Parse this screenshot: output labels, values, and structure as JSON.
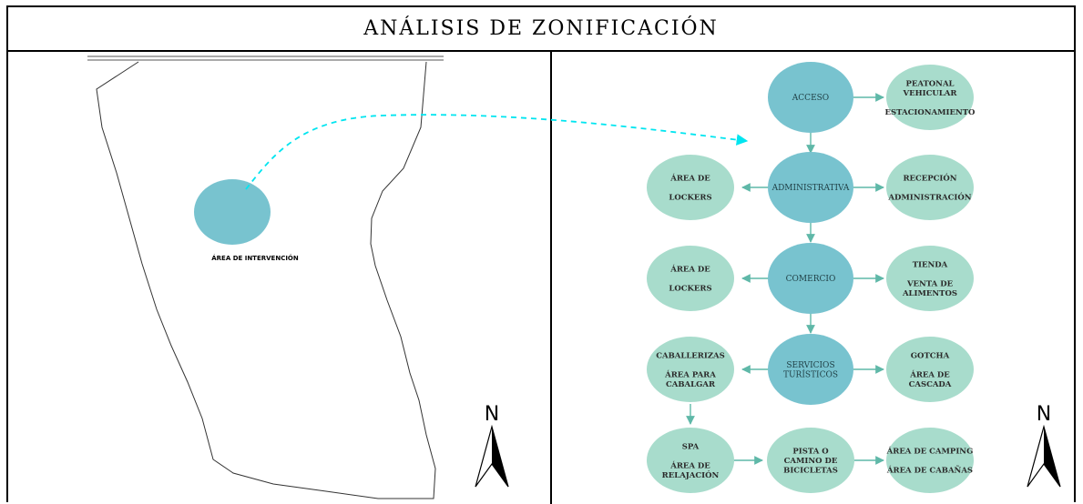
{
  "title": "ANÁLISIS DE  ZONIFICACIÓN",
  "site": {
    "area_label": "ÁREA DE INTERVENCIÓN"
  },
  "north_label": "N",
  "colors": {
    "primary_node": "#78c3cf",
    "secondary_node": "#a8dccc",
    "arrow": "#5fb8a8",
    "dashed_arrow": "#00e5f0",
    "outline": "#000000"
  },
  "nodes": {
    "acceso": {
      "lines": [
        "ACCESO"
      ]
    },
    "acceso_right": {
      "lines": [
        "PEATONAL",
        "VEHICULAR",
        "",
        "ESTACIONAMIENTO"
      ]
    },
    "administrativa": {
      "lines": [
        "ADMINISTRATIVA"
      ]
    },
    "admin_left": {
      "lines": [
        "ÁREA DE",
        "",
        "LOCKERS"
      ]
    },
    "admin_right": {
      "lines": [
        "RECEPCIÓN",
        "",
        "ADMINISTRACIÓN"
      ]
    },
    "comercio": {
      "lines": [
        "COMERCIO"
      ]
    },
    "comercio_left": {
      "lines": [
        "ÁREA DE",
        "",
        "LOCKERS"
      ]
    },
    "comercio_right": {
      "lines": [
        "TIENDA",
        "",
        "VENTA DE",
        "ALIMENTOS"
      ]
    },
    "servicios": {
      "lines": [
        "SERVICIOS",
        "TURÍSTICOS"
      ]
    },
    "servicios_left": {
      "lines": [
        "CABALLERIZAS",
        "",
        "ÁREA PARA",
        "CABALGAR"
      ]
    },
    "servicios_right": {
      "lines": [
        "GOTCHA",
        "",
        "ÁREA DE",
        "CASCADA"
      ]
    },
    "spa": {
      "lines": [
        "SPA",
        "",
        "ÁREA DE",
        "RELAJACIÓN"
      ]
    },
    "pista": {
      "lines": [
        "PISTA O",
        "CAMINO DE",
        "BICICLETAS"
      ]
    },
    "camping": {
      "lines": [
        "ÁREA DE CAMPING",
        "",
        "ÁREA DE CABAÑAS"
      ]
    }
  }
}
